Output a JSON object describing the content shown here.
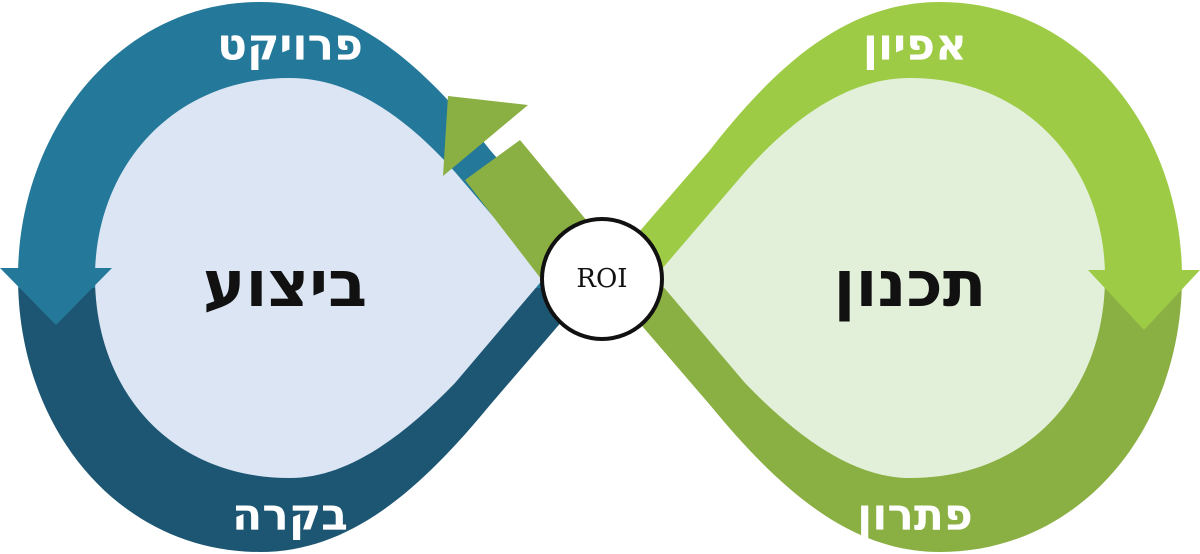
{
  "colors": {
    "left_top_band": "#24799a",
    "left_bottom_band": "#1d5673",
    "left_inner": "#dbe5f3",
    "right_top_band": "#9dcb45",
    "right_bottom_band": "#8aaf42",
    "right_inner": "#e2f0d9"
  },
  "left_loop": {
    "top_label": "פרויקט",
    "bottom_label": "בקרה",
    "center_label": "ביצוע"
  },
  "right_loop": {
    "top_label": "אפיון",
    "bottom_label": "פתרון",
    "center_label": "תכנון"
  },
  "center": {
    "label": "ROI"
  }
}
